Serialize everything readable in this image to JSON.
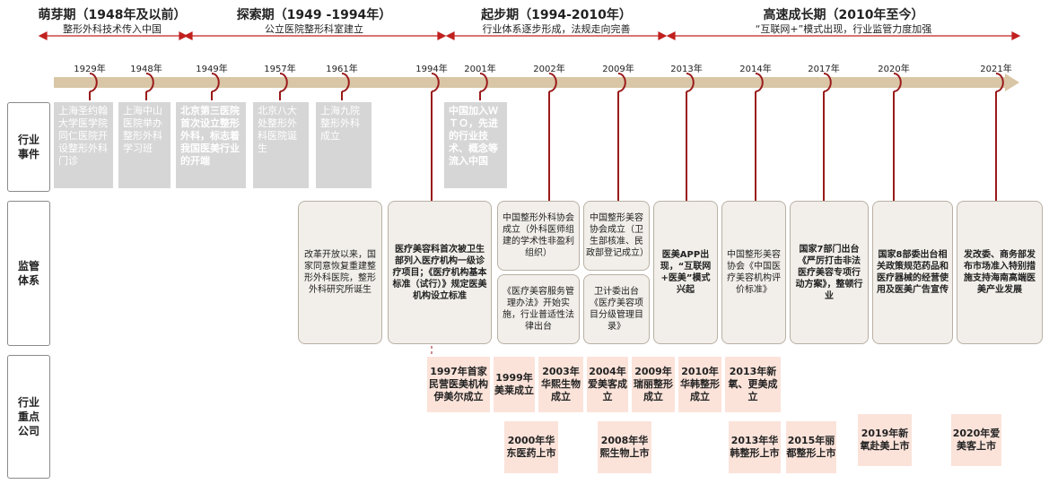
{
  "colors": {
    "arrow": "#d9c6a6",
    "accent": "#c0201e",
    "event_box": "#d6d6d6",
    "company_box": "#fbe3da",
    "reg_box": "#f2efea"
  },
  "eras": [
    {
      "title": "萌芽期（1948年及以前）",
      "subtitle": "整形外科技术传入中国"
    },
    {
      "title": "探索期（1949 -1994年）",
      "subtitle": "公立医院整形科室建立"
    },
    {
      "title": "起步期（1994-2010年）",
      "subtitle": "行业体系逐步形成，法规走向完善"
    },
    {
      "title": "高速成长期（2010年至今）",
      "subtitle": "“互联网+”模式出现，行业监管力度加强"
    }
  ],
  "years": [
    "1929年",
    "1948年",
    "1949年",
    "1957年",
    "1961年",
    "1994年",
    "2001年",
    "2002年",
    "2009年",
    "2013年",
    "2014年",
    "2017年",
    "2020年",
    "2021年"
  ],
  "row_labels": {
    "events": "行业事件",
    "regulation": "监管体系",
    "companies": "行业重点公司"
  },
  "events": [
    "上海圣约翰大学医学院同仁医院开设整形外科门诊",
    "上海中山医院举办整形外科学习班",
    "北京第三医院首次设立整形外科，标志着我国医美行业的开端",
    "北京八大处整形外科医院诞生",
    "上海九院整形外科成立",
    "中国加入ＷＴＯ，先进的行业技术、概念等流入中国"
  ],
  "regulation": [
    "改革开放以来，国家同意恢复重建整形外科医院，整形外科研究所诞生",
    "医疗美容科首次被卫生部列入医疗机构一级诊疗项目；《医疗机构基本标准（试行）》规定医美机构设立标准",
    "中国整形外科协会成立（外科医师组建的学术性非盈利组织）",
    "《医疗美容服务管理办法》开始实施，行业普适性法律出台",
    "中国整形美容协会成立（卫生部核准、民政部登记成立）",
    "卫计委出台《医疗美容项目分级管理目录》",
    "医美APP出现，“互联网+医美”模式兴起",
    "中国整形美容协会《中国医疗美容机构评价标准》",
    "国家7部门出台《严厉打击非法医疗美容专项行动方案》，整顿行业",
    "国家8部委出台相关政策规范药品和医疗器械的经营使用及医美广告宣传",
    "发改委、商务部发布市场准入特别措施支持海南高端医美产业发展"
  ],
  "companies_row1": [
    "1997年首家民营医美机构伊美尔成立",
    "1999年美莱成立",
    "2003年华熙生物成立",
    "2004年爱美客成立",
    "2009年瑞丽整形成立",
    "2010年华韩整形成立",
    "2013年新氧、更美成立"
  ],
  "companies_row2": [
    "2000年华东医药上市",
    "2008年华熙生物上市",
    "2013年华韩整形上市",
    "2015年丽都整形上市",
    "2019年新氧赴美上市",
    "2020年爱美客上市"
  ]
}
